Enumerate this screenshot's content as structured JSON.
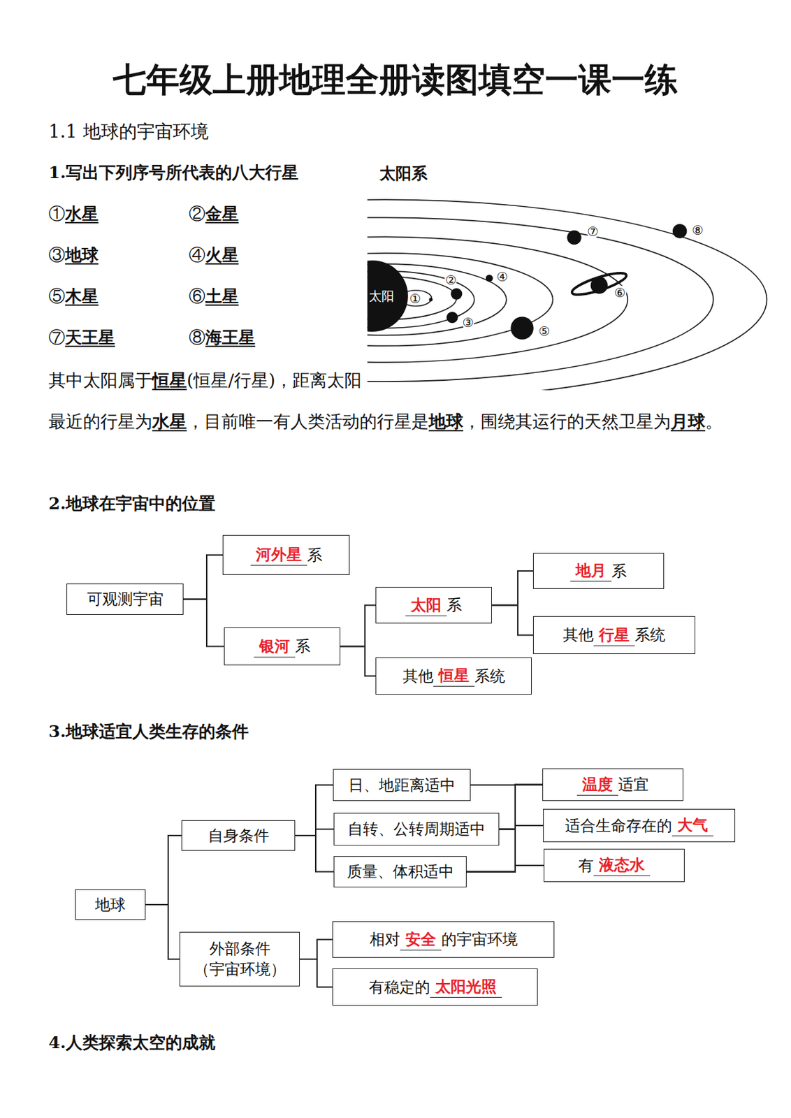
{
  "diagram": {
    "title": "七年级上册地理全册读图填空一课一练",
    "nodes": [
      {
        "text": [
          "可观测宇宙"
        ]
      },
      {
        "text": [
          "河外星",
          "系"
        ]
      },
      {
        "text": [
          "银河",
          "系"
        ]
      },
      {
        "text": [
          "太阳",
          "系"
        ]
      },
      {
        "text": [
          "其他",
          "恒星",
          "系统"
        ]
      },
      {
        "text": [
          "地月",
          "系"
        ]
      },
      {
        "text": [
          "其他",
          "行星",
          "系统"
        ]
      },
      {
        "text": [
          "地球"
        ]
      },
      {
        "text": [
          "自身条件"
        ]
      },
      {
        "text": [
          "外部条件 （宇宙环境）"
        ]
      },
      {
        "text": [
          "日、地距离适中"
        ]
      },
      {
        "text": [
          "自转、公转周期适中"
        ]
      },
      {
        "text": [
          "质量、体积适中"
        ]
      },
      {
        "text": [
          "温度",
          "适宜"
        ]
      },
      {
        "text": [
          "适合生命存在的",
          "大气"
        ]
      },
      {
        "text": [
          "有",
          "液态水"
        ]
      },
      {
        "text": [
          "相对",
          "安全",
          "的宇宙环境"
        ]
      },
      {
        "text": [
          "有稳定的",
          "太阳光照"
        ]
      }
    ],
    "edges": [
      {
        "from": 0,
        "to": 1,
        "arrow": "none"
      },
      {
        "from": 0,
        "to": 2,
        "arrow": "none"
      },
      {
        "from": 2,
        "to": 3,
        "arrow": "none"
      },
      {
        "from": 2,
        "to": 4,
        "arrow": "none"
      },
      {
        "from": 3,
        "to": 5,
        "arrow": "none"
      },
      {
        "from": 3,
        "to": 6,
        "arrow": "none"
      },
      {
        "from": 7,
        "to": 8,
        "arrow": "none"
      },
      {
        "from": 7,
        "to": 9,
        "arrow": "none"
      },
      {
        "from": 8,
        "to": 10,
        "arrow": "none"
      },
      {
        "from": 8,
        "to": 11,
        "arrow": "none"
      },
      {
        "from": 8,
        "to": 12,
        "arrow": "none"
      },
      {
        "from": 10,
        "to": 13,
        "arrow": "none"
      },
      {
        "from": 10,
        "to": 14,
        "arrow": "none"
      },
      {
        "from": 10,
        "to": 15,
        "arrow": "none"
      },
      {
        "from": 11,
        "to": 13,
        "arrow": "none"
      },
      {
        "from": 11,
        "to": 14,
        "arrow": "none"
      },
      {
        "from": 11,
        "to": 15,
        "arrow": "none"
      },
      {
        "from": 12,
        "to": 13,
        "arrow": "none"
      },
      {
        "from": 12,
        "to": 14,
        "arrow": "none"
      },
      {
        "from": 12,
        "to": 15,
        "arrow": "none"
      },
      {
        "from": 9,
        "to": 16,
        "arrow": "none"
      },
      {
        "from": 9,
        "to": 17,
        "arrow": "none"
      }
    ],
    "labels": [
      "1.1 地球的宇宙环境",
      "1.写出下列序号所代表的八大行星",
      "①",
      "水星",
      "②",
      "金星",
      "③",
      "地球",
      "④",
      "火星",
      "⑤",
      "木星",
      "⑥",
      "土星",
      "⑦",
      "天王星",
      "⑧",
      "海王星",
      "太阳系",
      "太阳",
      "①",
      "②",
      "③",
      "④",
      "⑤",
      "⑥",
      "⑦",
      "⑧",
      "其中太阳属于",
      "恒星",
      "(恒星/行星)，距离太阳最近的行星为",
      "水星",
      "，目前唯一有人类活动的行星是",
      "地球",
      "，围绕其运行的天然卫星为",
      "月球",
      "。",
      "2.地球在宇宙中的位置",
      "3.地球适宜人类生存的条件",
      "4.人类探索太空的成就"
    ]
  }
}
